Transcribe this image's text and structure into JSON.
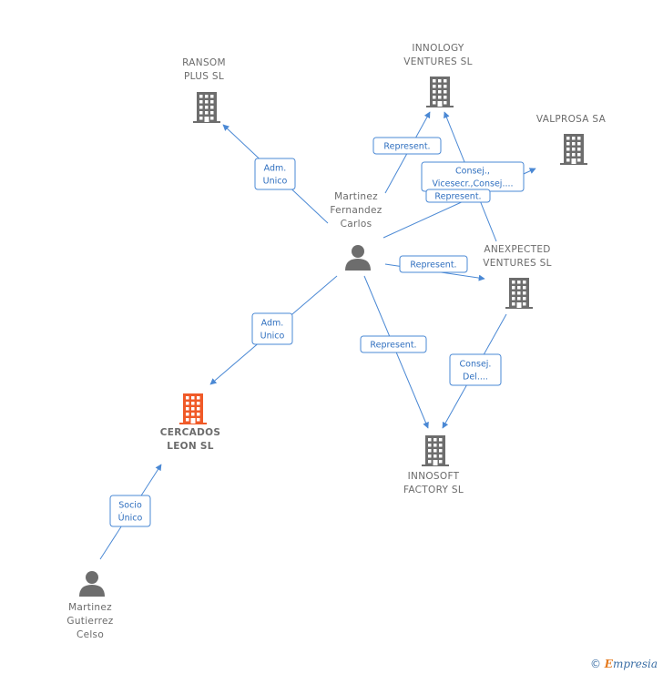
{
  "nodes": [
    {
      "id": "ransom",
      "type": "company",
      "lines": [
        "RANSOM",
        "PLUS SL"
      ]
    },
    {
      "id": "innology",
      "type": "company",
      "lines": [
        "INNOLOGY",
        "VENTURES SL"
      ]
    },
    {
      "id": "valprosa",
      "type": "company",
      "lines": [
        "VALPROSA SA"
      ]
    },
    {
      "id": "martinez_fc",
      "type": "person",
      "lines": [
        "Martinez",
        "Fernandez",
        "Carlos"
      ]
    },
    {
      "id": "anexpected",
      "type": "company",
      "lines": [
        "ANEXPECTED",
        "VENTURES SL"
      ]
    },
    {
      "id": "cercados",
      "type": "company",
      "main": true,
      "lines": [
        "CERCADOS",
        "LEON SL"
      ]
    },
    {
      "id": "innosoft",
      "type": "company",
      "lines": [
        "INNOSOFT",
        "FACTORY SL"
      ]
    },
    {
      "id": "martinez_gc",
      "type": "person",
      "lines": [
        "Martinez",
        "Gutierrez",
        "Celso"
      ]
    }
  ],
  "edges": [
    {
      "from": "martinez_fc",
      "to": "ransom",
      "label": [
        "Adm.",
        "Unico"
      ]
    },
    {
      "from": "martinez_fc",
      "to": "innology",
      "label": [
        "Represent."
      ]
    },
    {
      "from": "martinez_fc",
      "to": "valprosa",
      "label": [
        "Consej.,",
        "Vicesecr.,Consej...."
      ]
    },
    {
      "from": "anexpected",
      "to": "innology",
      "label": [
        "Represent."
      ]
    },
    {
      "from": "martinez_fc",
      "to": "anexpected",
      "label": [
        "Represent."
      ]
    },
    {
      "from": "martinez_fc",
      "to": "cercados",
      "label": [
        "Adm.",
        "Unico"
      ]
    },
    {
      "from": "martinez_fc",
      "to": "innosoft",
      "label": [
        "Represent."
      ]
    },
    {
      "from": "anexpected",
      "to": "innosoft",
      "label": [
        "Consej.",
        "Del...."
      ]
    },
    {
      "from": "martinez_gc",
      "to": "cercados",
      "label": [
        "Socio",
        "Único"
      ]
    }
  ],
  "colors": {
    "edge": "#4a88d4",
    "company": "#6d6d6d",
    "main_company": "#f05a28",
    "person": "#6d6d6d"
  },
  "copyright": {
    "symbol": "©",
    "brand_first": "E",
    "brand_rest": "mpresia"
  }
}
